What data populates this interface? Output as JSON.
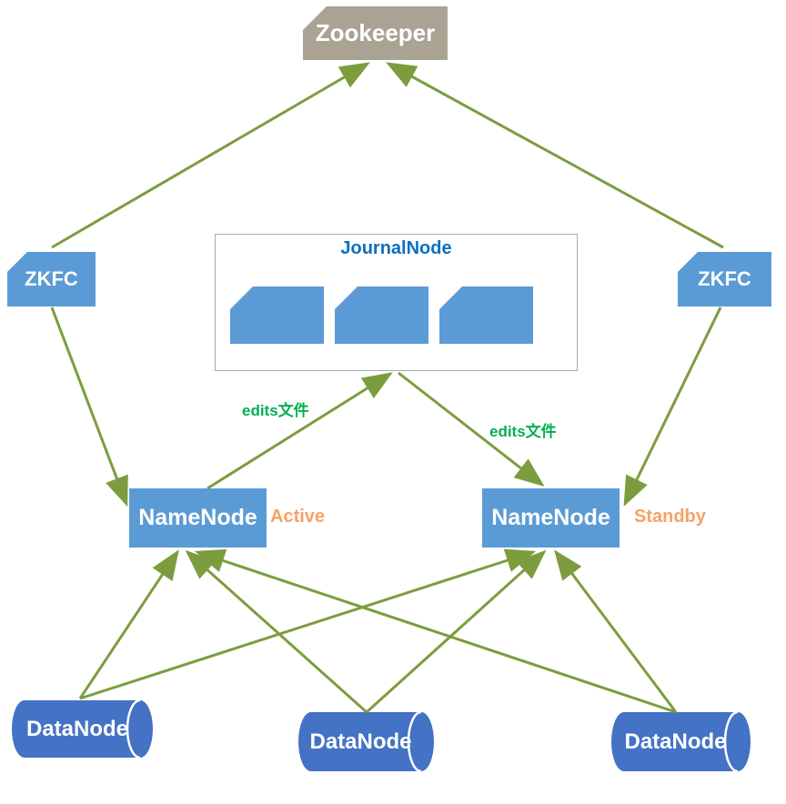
{
  "nodes": {
    "zookeeper": {
      "label": "Zookeeper"
    },
    "zkfc_left": {
      "label": "ZKFC"
    },
    "zkfc_right": {
      "label": "ZKFC"
    },
    "journalnode": {
      "title": "JournalNode"
    },
    "namenode_active": {
      "label": "NameNode",
      "status": "Active"
    },
    "namenode_standby": {
      "label": "NameNode",
      "status": "Standby"
    },
    "datanodes": [
      {
        "label": "DataNode"
      },
      {
        "label": "DataNode"
      },
      {
        "label": "DataNode"
      }
    ]
  },
  "edge_labels": {
    "edits_left": "edits文件",
    "edits_right": "edits文件"
  },
  "colors": {
    "arrow_olive": "#7C9D3E",
    "box_blue": "#5B9BD5",
    "cylinder_blue": "#4472C4",
    "zookeeper_tan": "#AAA394",
    "journalnode_title_blue": "#0E70C0",
    "edits_green": "#00B050",
    "status_orange": "#F5A266",
    "container_border_gray": "#ABABAB"
  }
}
